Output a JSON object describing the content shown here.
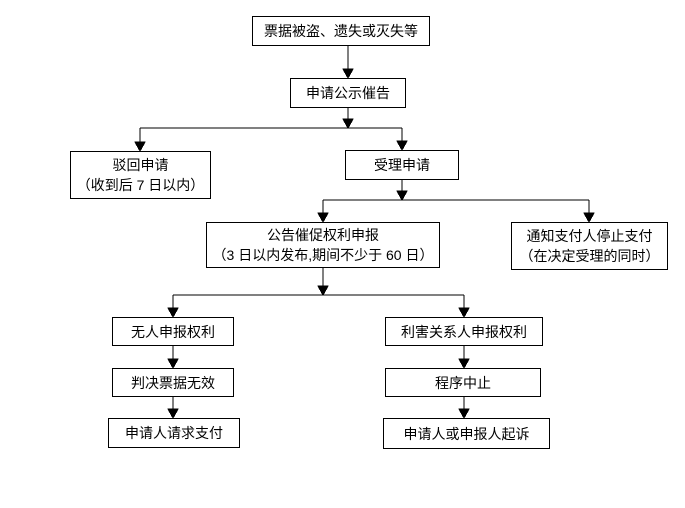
{
  "diagram": {
    "type": "flowchart",
    "nodes": {
      "incident": {
        "label": "票据被盗、遗失或灭失等"
      },
      "apply_publication": {
        "label": "申请公示催告"
      },
      "reject": {
        "line1": "驳回申请",
        "line2": "（收到后 7 日以内）"
      },
      "accept": {
        "label": "受理申请"
      },
      "announce": {
        "line1": "公告催促权利申报",
        "line2": "（3 日以内发布,期间不少于 60 日）"
      },
      "notify_payer": {
        "line1": "通知支付人停止支付",
        "line2": "（在决定受理的同时）"
      },
      "no_claim": {
        "label": "无人申报权利"
      },
      "interested_claim": {
        "label": "利害关系人申报权利"
      },
      "judgment_invalid": {
        "label": "判决票据无效"
      },
      "request_payment": {
        "label": "申请人请求支付"
      },
      "procedure_suspended": {
        "label": "程序中止"
      },
      "lawsuit": {
        "label": "申请人或申报人起诉"
      }
    },
    "colors": {
      "background": "#ffffff",
      "box_background": "#ffffff",
      "border": "#000000",
      "text": "#000000",
      "connector": "#000000"
    }
  }
}
